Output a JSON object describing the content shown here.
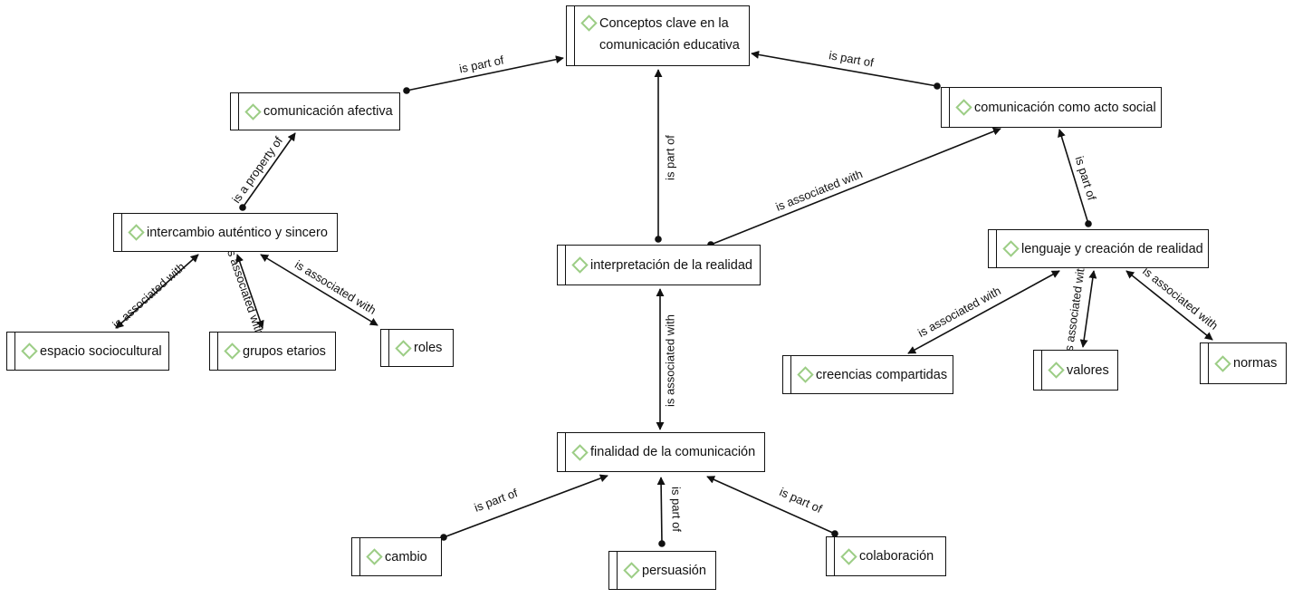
{
  "nodes": {
    "root": "Conceptos clave en la comunicación educativa",
    "afectiva": "comunicación afectiva",
    "acto_social": "comunicación como acto social",
    "intercambio": "intercambio auténtico y sincero",
    "interpretacion": "interpretación de la realidad",
    "lenguaje": "lenguaje y creación de realidad",
    "espacio": "espacio sociocultural",
    "grupos": "grupos etarios",
    "roles": "roles",
    "creencias": "creencias compartidas",
    "valores": "valores",
    "normas": "normas",
    "finalidad": "finalidad de la comunicación",
    "cambio": "cambio",
    "persuasion": "persuasión",
    "colaboracion": "colaboración"
  },
  "edges": [
    {
      "id": "afectiva-root",
      "label": "is part of"
    },
    {
      "id": "acto-root",
      "label": "is part of"
    },
    {
      "id": "interp-root",
      "label": "is part of"
    },
    {
      "id": "interc-afectiva",
      "label": "is a property of"
    },
    {
      "id": "interp-acto",
      "label": "is associated with"
    },
    {
      "id": "lenguaje-acto",
      "label": "is part of"
    },
    {
      "id": "interc-espacio",
      "label": "is associated with"
    },
    {
      "id": "interc-grupos",
      "label": "is associated with"
    },
    {
      "id": "interc-roles",
      "label": "is associated with"
    },
    {
      "id": "interp-finalidad",
      "label": "is associated with"
    },
    {
      "id": "lenguaje-creencias",
      "label": "is associated with"
    },
    {
      "id": "lenguaje-valores",
      "label": "is associated with"
    },
    {
      "id": "lenguaje-normas",
      "label": "is associated with"
    },
    {
      "id": "cambio-finalidad",
      "label": "is part of"
    },
    {
      "id": "persuasion-finalidad",
      "label": "is part of"
    },
    {
      "id": "colab-finalidad",
      "label": "is part of"
    }
  ],
  "colors": {
    "line": "#111111",
    "diamond": "#9ccd85"
  },
  "icons": {
    "node_marker": "diamond-icon"
  }
}
